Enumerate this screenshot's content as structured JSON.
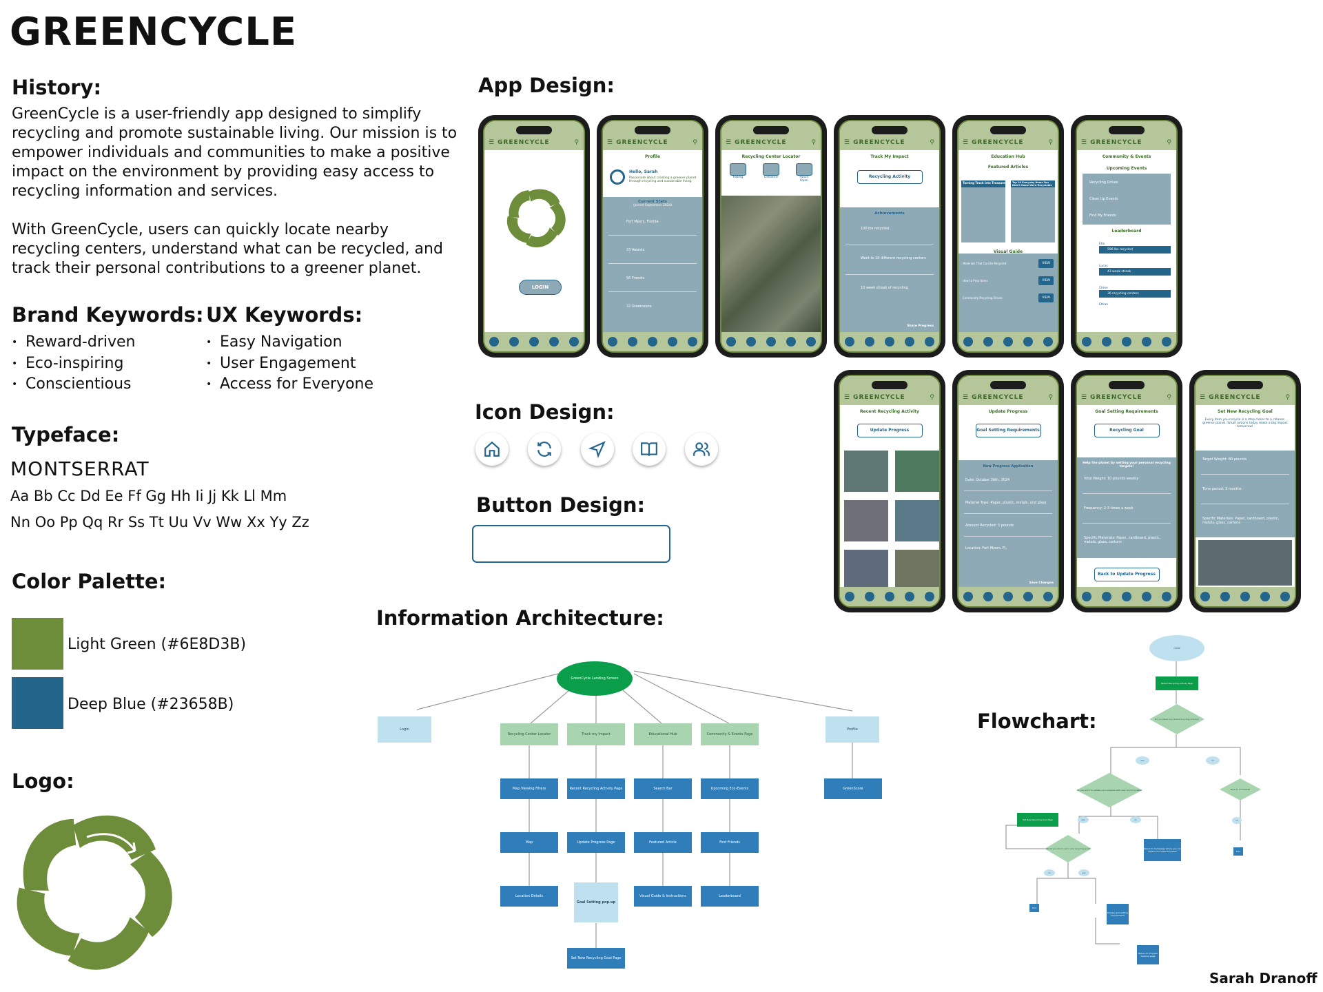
{
  "title": "GREENCYCLE",
  "author": "Sarah Dranoff",
  "history": {
    "heading": "History:",
    "p1": "GreenCycle is a user-friendly app designed to simplify recycling and promote sustainable living. Our mission is to empower individuals and communities to make a positive impact on the environment by providing easy access to recycling information and services.",
    "p2": "With GreenCycle, users can quickly locate nearby recycling centers, understand what can be recycled, and track their personal contributions to a greener planet."
  },
  "brand_keywords": {
    "heading": "Brand Keywords:",
    "items": [
      "Reward-driven",
      "Eco-inspiring",
      "Conscientious"
    ]
  },
  "ux_keywords": {
    "heading": "UX Keywords:",
    "items": [
      "Easy Navigation",
      "User Engagement",
      "Access for Everyone"
    ]
  },
  "typeface": {
    "heading": "Typeface:",
    "name": "MONTSERRAT",
    "line1": "Aa Bb Cc Dd Ee Ff Gg Hh Ii Jj Kk Ll Mm",
    "line2": "Nn Oo Pp Qq Rr Ss Tt Uu Vv Ww Xx Yy Zz"
  },
  "palette": {
    "heading": "Color Palette:",
    "colors": [
      {
        "label": "Light Green (#6E8D3B)",
        "hex": "#6E8D3B"
      },
      {
        "label": "Deep Blue (#23658B)",
        "hex": "#23658B"
      }
    ]
  },
  "logo": {
    "heading": "Logo:"
  },
  "app_design": {
    "heading": "App Design:",
    "brand": "GREENCYCLE",
    "screens": [
      {
        "title": "",
        "button": "LOGIN"
      },
      {
        "title": "Profile",
        "greeting": "Hello, Sarah",
        "bio": "Passionate about creating a greener planet through recycling and sustainable living.",
        "stats_title": "Current Stats",
        "stats_sub": "(Joined September 2024)",
        "stats": [
          "Fort Myers, Florida",
          "23 Awards",
          "56 Friends",
          "32 Greenscore"
        ]
      },
      {
        "title": "Recycling Center Locator",
        "filters": [
          "Rating",
          "Distance",
          "Hours Open"
        ]
      },
      {
        "title": "Track My Impact",
        "button": "Recycling Activity",
        "section": "Achievements",
        "items": [
          "100 lbs recycled",
          "Went to 10 different recycling centers",
          "10 week streak of recycling"
        ],
        "footer": "Share Progress"
      },
      {
        "title": "Education Hub",
        "section": "Featured Articles",
        "articles": [
          "Turning Trash into Treasure",
          "Top 10 Everyday Items You Didn't Know Were Recyclable"
        ],
        "guide": "Visual Guide",
        "guide_items": [
          "Materials That Can Be Recycled",
          "How to Prep Items",
          "Community Recycling Drives"
        ],
        "view": "VIEW"
      },
      {
        "title": "Community & Events",
        "section": "Upcoming Events",
        "events": [
          "Recycling Drives",
          "Clean Up Events",
          "Find My Friends"
        ],
        "leaderboard": "Leaderboard",
        "leaders": [
          {
            "name": "Ella",
            "stat": "596 lbs recycled"
          },
          {
            "name": "Lucas",
            "stat": "43 week streak"
          },
          {
            "name": "Chloe",
            "stat": "36 recycling centers"
          },
          {
            "name": "Ethan",
            "stat": ""
          }
        ]
      },
      {
        "title": "Recent Recycling Activity",
        "button": "Update Progress"
      },
      {
        "title": "Update Progress",
        "button": "Goal Setting Requirements",
        "section": "New Progress Application",
        "fields": [
          "Date: October 26th, 2024",
          "Material Type: Paper, plastic, metals, and glass",
          "Amount Recycled: 3 pounds",
          "Location: Fort Myers, FL"
        ],
        "footer": "Save Changes"
      },
      {
        "title": "Goal Setting Requirements",
        "button": "Recycling Goal",
        "intro": "Help the planet by setting your personal recycling targets!",
        "fields": [
          "Total Weight: 10 pounds weekly",
          "Frequency: 2-3 times a week",
          "Specific Materials: Paper, cardboard, plastic, metals, glass, cartons"
        ],
        "back": "Back to Update Progress"
      },
      {
        "title": "Set New Recycling Goal",
        "intro": "Every item you recycle is a step closer to a cleaner, greener planet. Small actions today make a big impact tomorrow!",
        "fields": [
          "Target Weight: 80 pounds",
          "Time period: 3 months",
          "Specific Materials: Paper, cardboard, plastic, metals, glass, cartons"
        ]
      }
    ]
  },
  "icon_design": {
    "heading": "Icon Design:",
    "icons": [
      "home-icon",
      "refresh-icon",
      "navigation-icon",
      "book-icon",
      "users-icon"
    ]
  },
  "button_design": {
    "heading": "Button Design:"
  },
  "ia": {
    "heading": "Information Architecture:",
    "root": "GreenCycle Landing Screen",
    "login": "Login",
    "profile": "Profile",
    "greenscore": "GreenScore",
    "columns": [
      {
        "head": "Recycling Center Locator",
        "items": [
          "Map Viewing Filters",
          "Map",
          "Location Details"
        ]
      },
      {
        "head": "Track my Impact",
        "items": [
          "Recent Recycling Activity Page",
          "Update Progress Page",
          "Goal Setting pop-up",
          "Set New Recycling Goal Page"
        ]
      },
      {
        "head": "Educational Hub",
        "items": [
          "Search Bar",
          "Featured Article",
          "Visual Guide & Instructions"
        ]
      },
      {
        "head": "Community & Events Page",
        "items": [
          "Upcoming Eco-Events",
          "Find Friends",
          "Leaderboard"
        ]
      }
    ]
  },
  "flowchart": {
    "heading": "Flowchart:",
    "home": "HOME",
    "step1": "Recent Recycling Activity Page",
    "q1": "Do you have any recent recycling activity?",
    "yes": "yes",
    "no": "no",
    "q2": "Do you want to update your progress with new recycling data?",
    "q3": "Would you like to set a new recycling goal?",
    "back_home": "Back to homepage",
    "goal_page": "Set New Recycling Goal Page",
    "return": "Return to homepage where you can explore our rewards system",
    "display": "Display goal setting requirements",
    "return2": "Return to progress tracking page",
    "end": "End"
  },
  "colors": {
    "green": "#6E8D3B",
    "blue": "#23658B",
    "bar": "#B5C69A"
  }
}
